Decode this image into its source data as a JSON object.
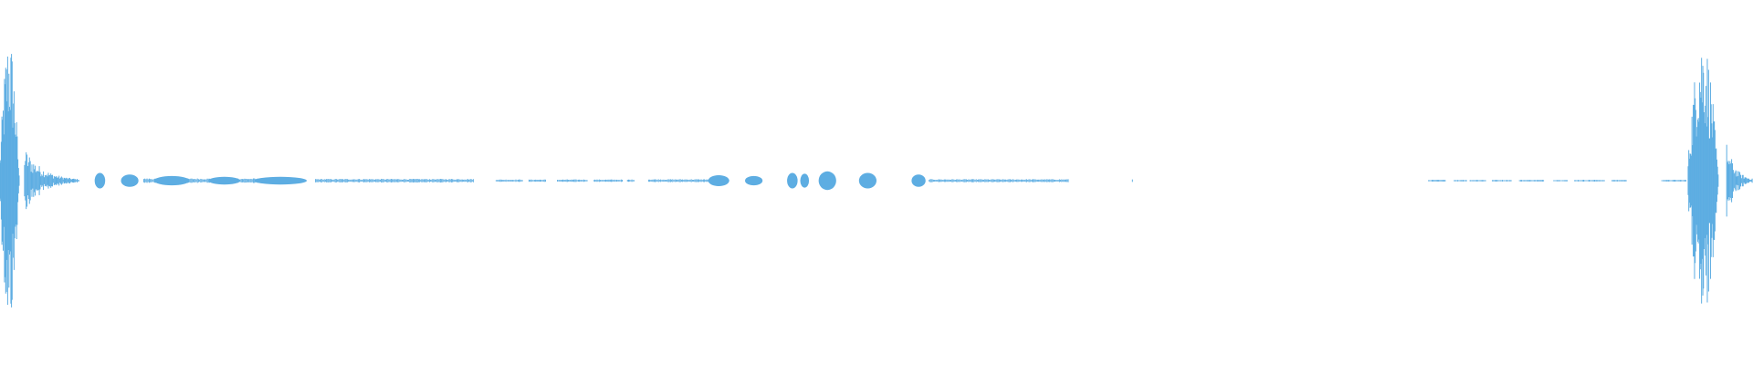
{
  "waveform": {
    "color": "#5dade2",
    "background": "#ffffff",
    "duration_fraction_segments": [
      {
        "kind": "burst",
        "start": 0.0,
        "end": 0.014,
        "level": 0.95
      },
      {
        "kind": "decay",
        "start": 0.014,
        "end": 0.045,
        "level": 0.22
      },
      {
        "kind": "blob",
        "center": 0.057,
        "width": 0.006,
        "level": 0.05
      },
      {
        "kind": "blob",
        "center": 0.074,
        "width": 0.01,
        "level": 0.04
      },
      {
        "kind": "line",
        "start": 0.082,
        "end": 0.16,
        "level": 0.015
      },
      {
        "kind": "blob",
        "center": 0.098,
        "width": 0.02,
        "level": 0.03
      },
      {
        "kind": "blob",
        "center": 0.128,
        "width": 0.018,
        "level": 0.025
      },
      {
        "kind": "blob",
        "center": 0.16,
        "width": 0.03,
        "level": 0.025
      },
      {
        "kind": "line",
        "start": 0.18,
        "end": 0.27,
        "level": 0.012
      },
      {
        "kind": "dash",
        "start": 0.283,
        "end": 0.362,
        "level": 0.008
      },
      {
        "kind": "line",
        "start": 0.37,
        "end": 0.41,
        "level": 0.01
      },
      {
        "kind": "blob",
        "center": 0.41,
        "width": 0.012,
        "level": 0.035
      },
      {
        "kind": "blob",
        "center": 0.43,
        "width": 0.01,
        "level": 0.03
      },
      {
        "kind": "blob",
        "center": 0.452,
        "width": 0.006,
        "level": 0.05
      },
      {
        "kind": "blob",
        "center": 0.459,
        "width": 0.005,
        "level": 0.045
      },
      {
        "kind": "blob",
        "center": 0.472,
        "width": 0.01,
        "level": 0.06
      },
      {
        "kind": "blob",
        "center": 0.495,
        "width": 0.01,
        "level": 0.05
      },
      {
        "kind": "blob",
        "center": 0.524,
        "width": 0.008,
        "level": 0.04
      },
      {
        "kind": "line",
        "start": 0.53,
        "end": 0.61,
        "level": 0.01
      },
      {
        "kind": "tick",
        "center": 0.646,
        "level": 0.008
      },
      {
        "kind": "dash",
        "start": 0.815,
        "end": 0.928,
        "level": 0.006
      },
      {
        "kind": "line",
        "start": 0.948,
        "end": 0.962,
        "level": 0.006
      },
      {
        "kind": "burst",
        "start": 0.963,
        "end": 0.985,
        "level": 0.95
      },
      {
        "kind": "decay",
        "start": 0.985,
        "end": 1.0,
        "level": 0.25
      }
    ]
  }
}
